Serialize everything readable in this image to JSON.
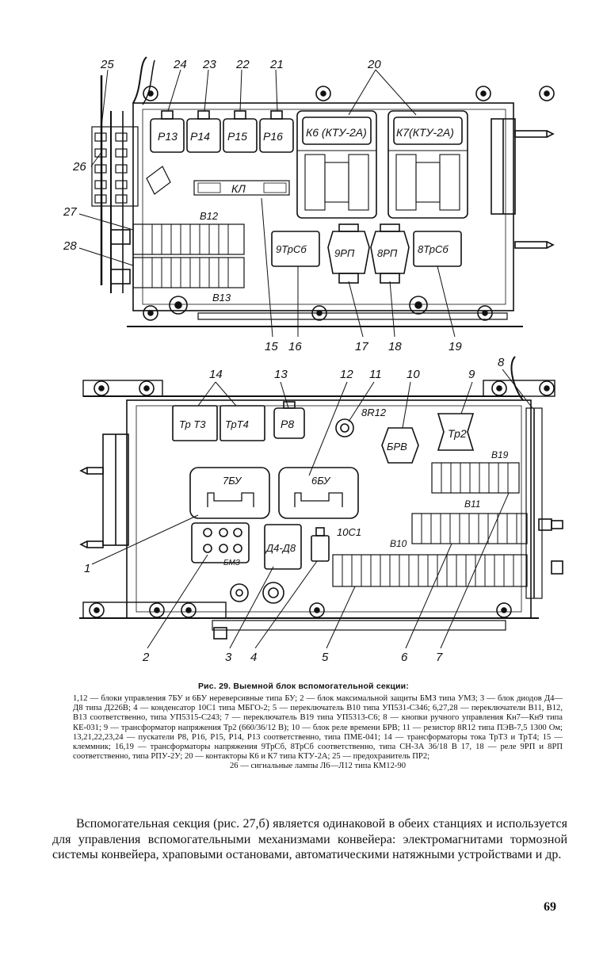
{
  "figure": {
    "upper_callouts": [
      "25",
      "24",
      "23",
      "22",
      "21",
      "20",
      "26",
      "27",
      "28",
      "15",
      "16",
      "17",
      "18",
      "19"
    ],
    "upper_labels": {
      "relay_p13": "Р13",
      "relay_p14": "Р14",
      "relay_p15": "Р15",
      "relay_p16": "Р16",
      "contactor_k6": "К6 (КТУ-2А)",
      "contactor_k7": "К7(КТУ-2А)",
      "terminal_kl": "КЛ",
      "switch_b12": "В12",
      "switch_b13": "В13",
      "transformer_9trsb": "9ТрСб",
      "relay_9rp": "9РП",
      "relay_8rp": "8РП",
      "transformer_8trsb": "8ТрСб"
    },
    "lower_callouts": [
      "14",
      "13",
      "12",
      "11",
      "10",
      "9",
      "8",
      "1",
      "2",
      "3",
      "4",
      "5",
      "6",
      "7",
      "10С1"
    ],
    "lower_labels": {
      "trt3": "Тр Т3",
      "trt4": "ТрТ4",
      "relay_p8": "Р8",
      "resistor_8r12": "8R12",
      "timer_brv": "БРВ",
      "transformer_tp2": "Тр2",
      "switch_b19": "В19",
      "block_7bu": "7БУ",
      "block_6bu": "6БУ",
      "switch_b11": "В11",
      "block_bmz": "БМЗ",
      "diodes": "Д4-Д8",
      "switch_b10": "В10"
    }
  },
  "caption": {
    "title": "Рис. 29.  Выемной блок вспомогательной   секции:",
    "legend": "1,12 — блоки управления 7БУ и 6БУ нереверсивные типа БУ; 2 — блок максимальной защиты БМЗ типа УМЗ; 3 — блок диодов Д4—Д8 типа Д226В; 4 — конденсатор 10С1 типа МБГО-2; 5 — переключатель В10 типа УП531-С346; 6,27,28 — переключатели В11, В12, В13 соответственно, типа УП5315-С243; 7 — переключатель В19 типа УП5313-С6; 8 — кнопки ручного управления Кн7—Кн9 типа КЕ-031; 9 — трансформатор напряжения Тр2 (660/36/12 В); 10 — блок реле времени БРВ; 11 — резистор 8R12 типа ПЭВ-7,5 1300 Ом; 13,21,22,23,24 — пускатели Р8, Р16, Р15, Р14, Р13 соответственно, типа ПМЕ-041; 14 — трансформаторы тока ТрТ3 и ТрТ4; 15 — клеммник; 16,19 — трансформаторы напряжения 9ТрСб, 8ТрСб соответственно, типа СН-3А 36/18 В 17, 18 — реле 9РП и 8РП соответственно, типа РПУ-2У; 20 — контакторы К6 и К7 типа КТУ-2А; 25 — предохранитель ПР2;",
    "legend_last": "26 — сигнальные лампы Л6—Л12 типа КМ12-90"
  },
  "body_text": "Вспомогательная секция (рис. 27,б) является одинаковой в обеих станциях и используется для управления вспомогательными механизмами конвейера: электромагнитами тормозной системы конвейера, храповыми остановами, автоматическими натяжными устройствами и др.",
  "page_number": "69"
}
